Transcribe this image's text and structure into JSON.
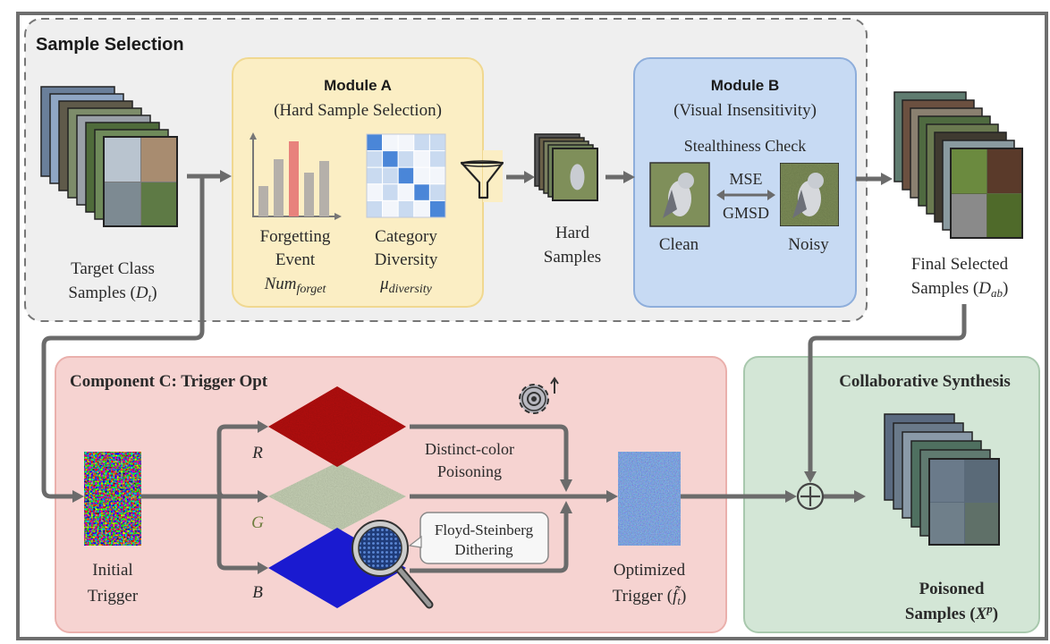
{
  "colors": {
    "sample_selection_bg": "#efefef",
    "module_a_bg": "#fbeec4",
    "module_b_bg": "#c7daf3",
    "component_c_bg": "#f6d3d1",
    "synthesis_bg": "#d3e6d6",
    "connector": "#6b6b6b",
    "highlight_bar": "#e8827c",
    "red_channel": "#b81414",
    "green_channel": "#c9d4b8",
    "blue_channel": "#1a1ad0"
  },
  "sample_selection": {
    "title": "Sample Selection",
    "target": {
      "line1": "Target Class",
      "line2": "Samples (",
      "symbol": "D",
      "sub": "t",
      "close": ")"
    },
    "module_a": {
      "title": "Module A",
      "subtitle": "(Hard Sample Selection)",
      "forgetting": {
        "line1": "Forgetting",
        "line2": "Event",
        "symbol": "Num",
        "sub": "forget"
      },
      "diversity": {
        "line1": "Category",
        "line2": "Diversity",
        "symbol": "μ",
        "sub": "diversity"
      },
      "bar_chart_icon": "bar-chart-icon",
      "matrix_icon": "diversity-matrix-icon",
      "funnel_icon": "funnel-icon"
    },
    "hard": {
      "line1": "Hard",
      "line2": "Samples"
    },
    "module_b": {
      "title": "Module B",
      "subtitle": "(Visual Insensitivity)",
      "check": "Stealthiness Check",
      "metric1": "MSE",
      "metric2": "GMSD",
      "clean": "Clean",
      "noisy": "Noisy"
    },
    "final": {
      "line1": "Final Selected",
      "line2": "Samples (",
      "symbol": "D",
      "sub": "ab",
      "close": ")"
    }
  },
  "component_c": {
    "title": "Component C: Trigger Opt",
    "initial": {
      "line1": "Initial",
      "line2": "Trigger"
    },
    "channels": [
      "R",
      "G",
      "B"
    ],
    "distinct": {
      "line1": "Distinct-color",
      "line2": "Poisoning"
    },
    "dither": {
      "line1": "Floyd-Steinberg",
      "line2": "Dithering"
    },
    "optimized": {
      "line1": "Optimized",
      "line2": "Trigger (",
      "symbol": "f̃",
      "sub": "t",
      "close": ")"
    },
    "gear_icon": "gear-optimize-icon",
    "magnifier_icon": "magnifier-icon"
  },
  "synthesis": {
    "title": "Collaborative Synthesis",
    "plus_icon": "plus-circle-icon",
    "poisoned": {
      "line1": "Poisoned",
      "line2": "Samples (",
      "symbol": "X",
      "sup": "p",
      "close": ")"
    }
  }
}
